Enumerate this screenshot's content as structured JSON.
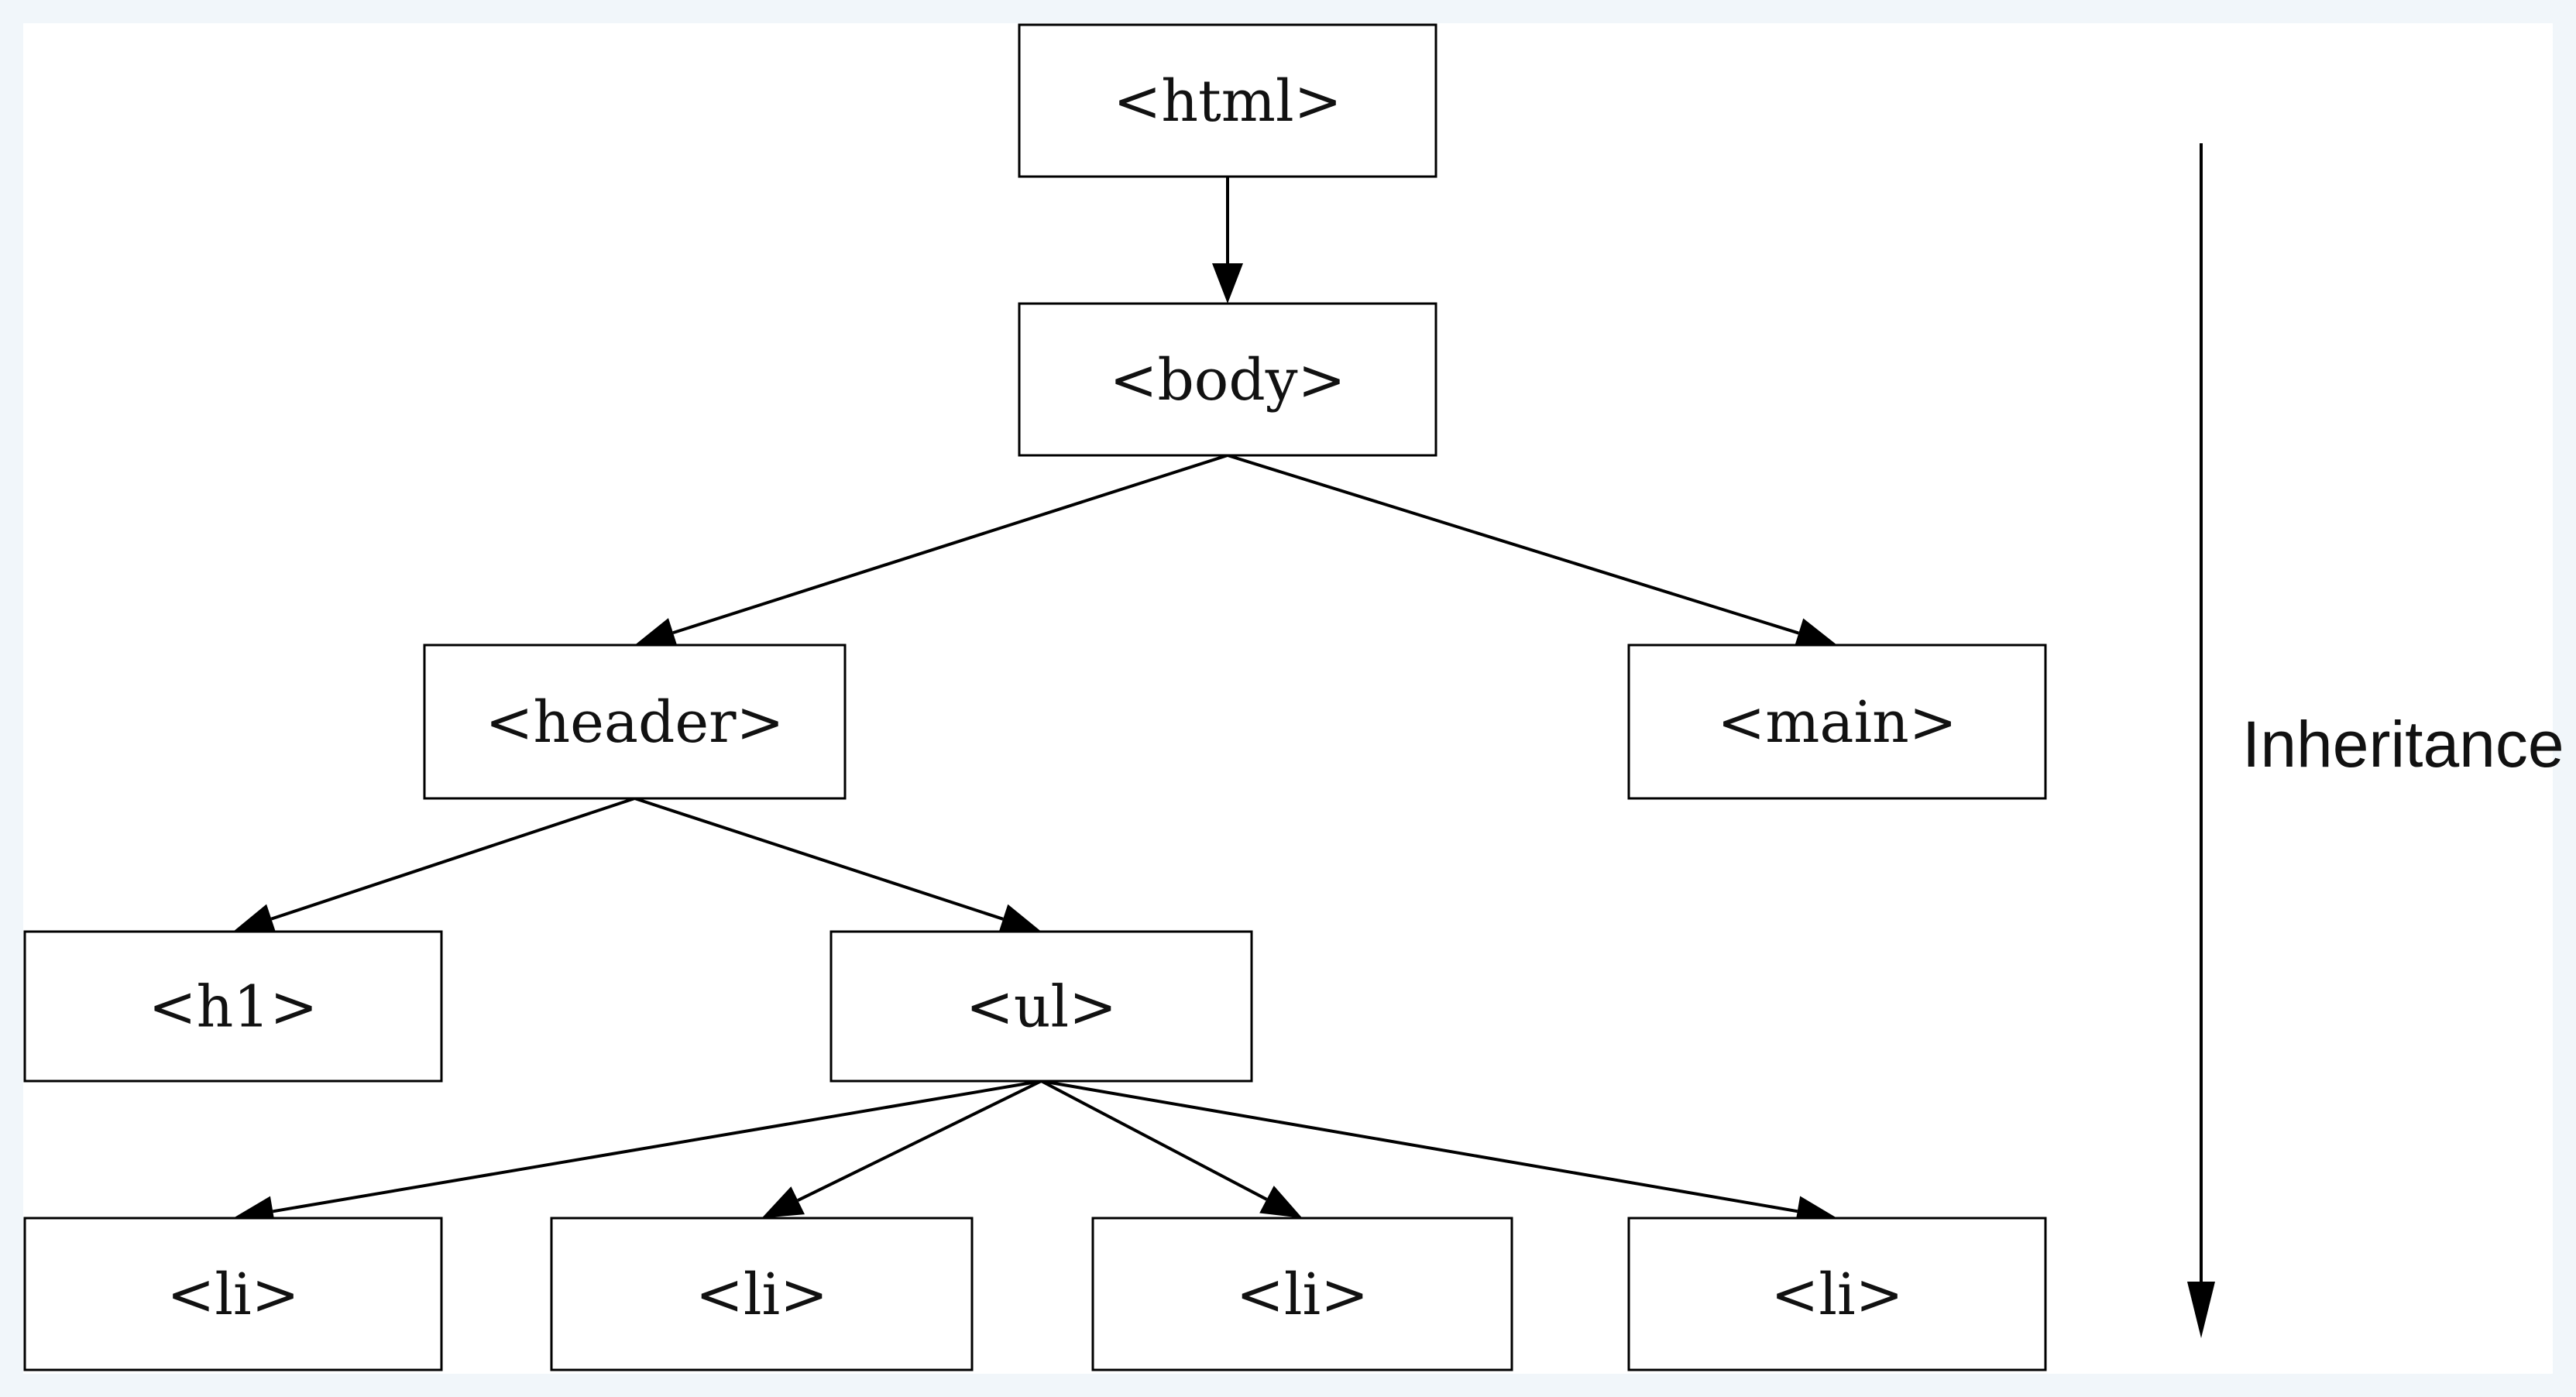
{
  "diagram": {
    "nodes": [
      {
        "id": "html",
        "label": "<html>"
      },
      {
        "id": "body",
        "label": "<body>"
      },
      {
        "id": "header",
        "label": "<header>"
      },
      {
        "id": "main",
        "label": "<main>"
      },
      {
        "id": "h1",
        "label": "<h1>"
      },
      {
        "id": "ul",
        "label": "<ul>"
      },
      {
        "id": "li1",
        "label": "<li>"
      },
      {
        "id": "li2",
        "label": "<li>"
      },
      {
        "id": "li3",
        "label": "<li>"
      },
      {
        "id": "li4",
        "label": "<li>"
      }
    ],
    "edges": [
      {
        "from": "html",
        "to": "body"
      },
      {
        "from": "body",
        "to": "header"
      },
      {
        "from": "body",
        "to": "main"
      },
      {
        "from": "header",
        "to": "h1"
      },
      {
        "from": "header",
        "to": "ul"
      },
      {
        "from": "ul",
        "to": "li1"
      },
      {
        "from": "ul",
        "to": "li2"
      },
      {
        "from": "ul",
        "to": "li3"
      },
      {
        "from": "ul",
        "to": "li4"
      }
    ],
    "side_label": "Inheritance"
  },
  "colors": {
    "background": "#f1f6fa",
    "panel": "#ffffff",
    "stroke": "#000000",
    "text": "#111111"
  }
}
